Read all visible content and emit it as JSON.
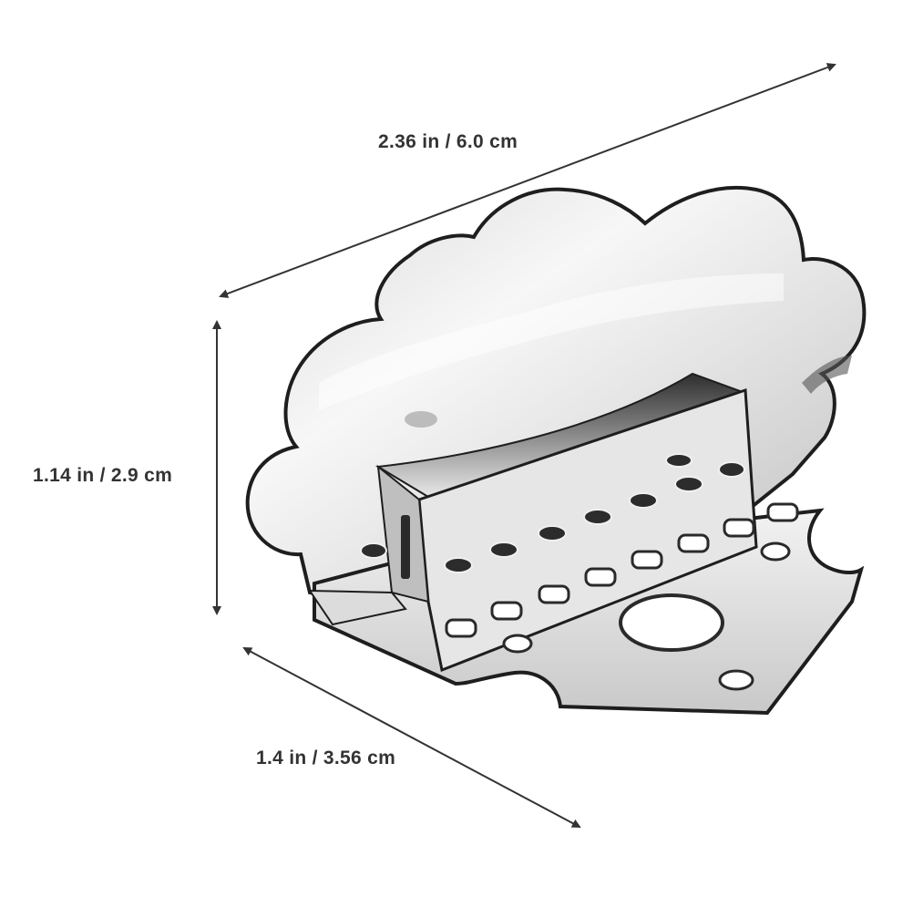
{
  "dimensions": {
    "width_label": "2.36 in / 6.0 cm",
    "height_label": "1.14 in / 2.9 cm",
    "depth_label": "1.4 in / 3.56 cm"
  },
  "colors": {
    "background": "#ffffff",
    "arrow": "#333333",
    "label": "#333333",
    "metal_light": "#f4f4f4",
    "metal_mid": "#c8c8c8",
    "metal_dark": "#3a3a3a"
  },
  "product": {
    "image_subject": "tailpiece-icon"
  }
}
